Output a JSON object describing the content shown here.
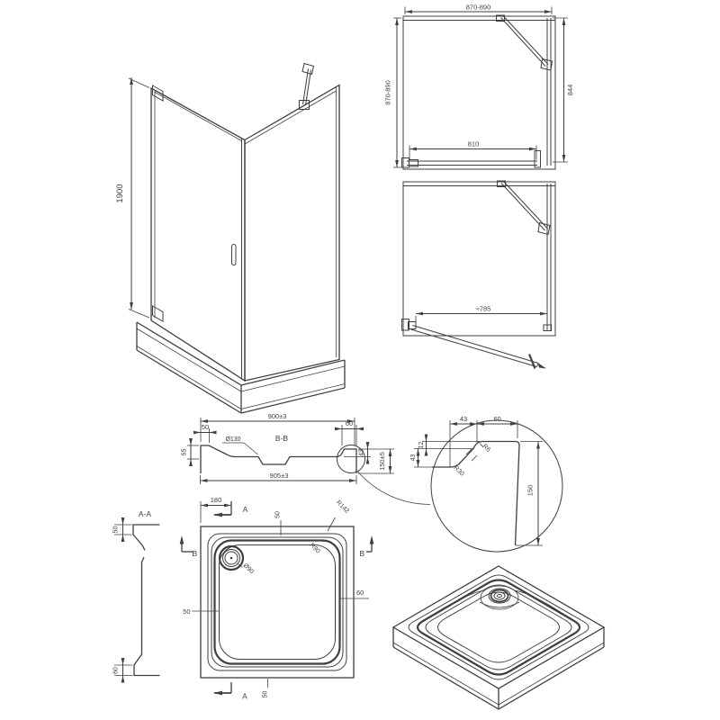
{
  "title": "Shower enclosure and tray technical drawing",
  "colors": {
    "ink": "#3f3f3f",
    "bg": "#ffffff"
  },
  "enclosure_3d": {
    "height": "1900"
  },
  "plan_view": {
    "width_top": "870-890",
    "depth": "870-890",
    "panel_height": "844",
    "door_width": "810"
  },
  "plan_view_open": {
    "opening_width": "≈785"
  },
  "section_bb": {
    "label": "B-B",
    "width_top": "900±3",
    "width_bottom": "905±3",
    "rim_left_width": "50",
    "rim_left_height": "55",
    "drain_recess": "Ø130",
    "rim_right_width": "60",
    "rim_right_step": "43",
    "height": "150±5"
  },
  "detail_view": {
    "step_width": "43",
    "flange_width": "60",
    "lip_height": "12",
    "step_height": "43",
    "radius_small": "R6",
    "radius_large": "R30",
    "skirt_height": "150"
  },
  "section_aa": {
    "label": "A-A",
    "rim_top": "50",
    "rim_bottom": "60"
  },
  "tray_plan": {
    "drain_offset": "180",
    "section_a": "A",
    "section_b": "B",
    "rim_top": "50",
    "rim_left": "50",
    "rim_right": "60",
    "rim_bottom": "50",
    "corner_radius": "R142",
    "basin_radius": "R90",
    "drain_diameter": "Ø90"
  }
}
